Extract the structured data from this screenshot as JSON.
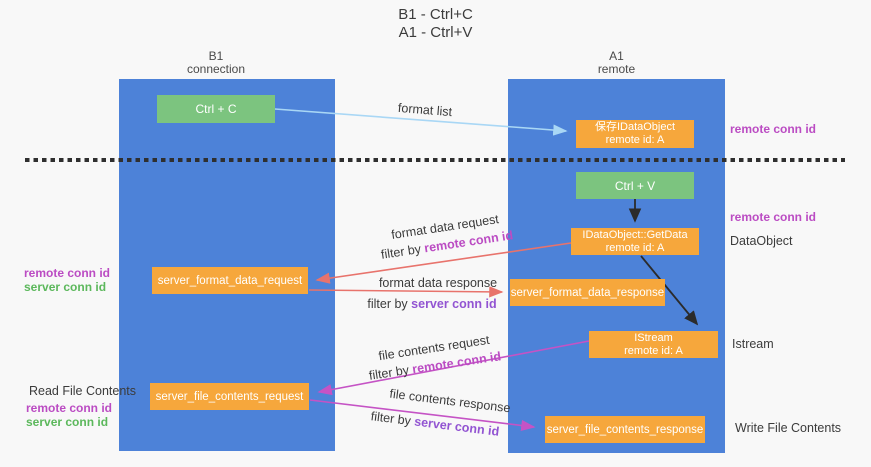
{
  "title": {
    "line1": "B1 - Ctrl+C",
    "line2": "A1 - Ctrl+V"
  },
  "lanes": {
    "left": {
      "name": "B1",
      "role": "connection"
    },
    "right": {
      "name": "A1",
      "role": "remote"
    }
  },
  "nodes": {
    "ctrl_c": {
      "label": "Ctrl + C"
    },
    "ctrl_v": {
      "label": "Ctrl + V"
    },
    "save_dataobject": {
      "line1": "保存IDataObject",
      "line2": "remote id: A"
    },
    "getdata": {
      "line1": "IDataObject::GetData",
      "line2": "remote id: A"
    },
    "istream": {
      "line1": "IStream",
      "line2": "remote id: A"
    },
    "format_request": {
      "label": "server_format_data_request"
    },
    "format_response": {
      "label": "server_format_data_response"
    },
    "file_request": {
      "label": "server_file_contents_request"
    },
    "file_response": {
      "label": "server_file_contents_response"
    }
  },
  "edge_labels": {
    "format_list": "format list",
    "format_data_request": "format data request",
    "format_data_response": "format data response",
    "file_contents_request": "file contents request",
    "file_contents_response": "file contents response",
    "filter_by": "filter by",
    "remote_conn_id": "remote conn id",
    "server_conn_id": "server conn id"
  },
  "annotations": {
    "remote_conn_id_top": "remote conn id",
    "remote_conn_id_mid": "remote conn id",
    "dataobject": "DataObject",
    "istream": "Istream",
    "write_file_contents": "Write File Contents",
    "read_file_contents": "Read File Contents",
    "left_remote_conn_id": "remote conn id",
    "left_server_conn_id": "server conn id",
    "left2_remote_conn_id": "remote conn id",
    "left2_server_conn_id": "server conn id"
  },
  "colors": {
    "background": "#f8f8f8",
    "lane_blue": "#4d82d8",
    "node_orange": "#f6a73c",
    "node_green": "#7cc47f",
    "arrow_light_blue": "#a9d7f5",
    "arrow_salmon": "#e8736c",
    "arrow_magenta": "#c553c5",
    "arrow_black": "#2b2b2b",
    "text_magenta": "#bb4cc3",
    "text_purple": "#9254d2",
    "text_green": "#5cb85c",
    "text_dark": "#3b3b3b"
  }
}
